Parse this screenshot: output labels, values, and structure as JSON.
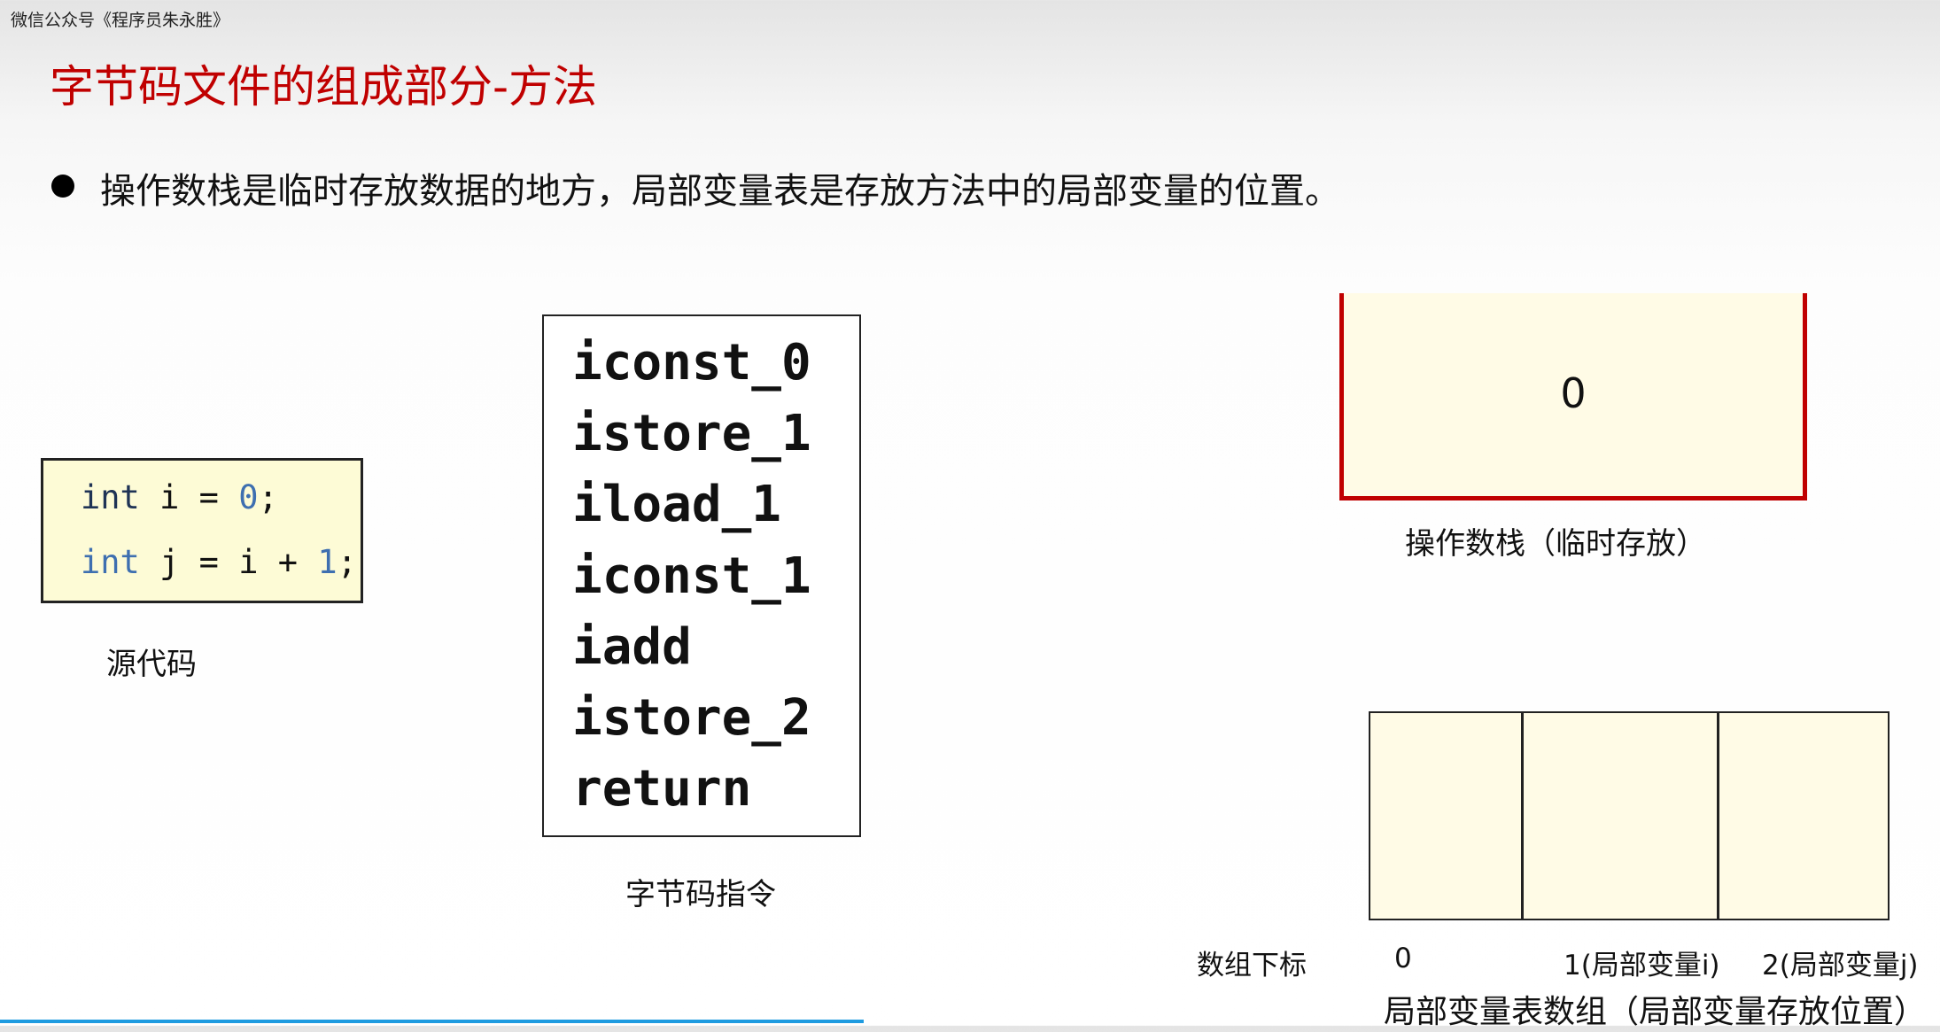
{
  "watermark": "微信公众号《程序员朱永胜》",
  "title": "字节码文件的组成部分-方法",
  "bullet": "操作数栈是临时存放数据的地方，局部变量表是存放方法中的局部变量的位置。",
  "source": {
    "line1": {
      "kw": "int",
      "a": " i = ",
      "num": "0",
      "b": ";"
    },
    "line2": {
      "kw": "int",
      "a": " j = i + ",
      "num": "1",
      "b": ";"
    },
    "label": "源代码"
  },
  "bytecode": {
    "lines": [
      "iconst_0",
      "istore_1",
      "iload_1",
      "iconst_1",
      "iadd",
      "istore_2",
      "return"
    ],
    "label": "字节码指令"
  },
  "stack": {
    "value": "0",
    "label": "操作数栈（临时存放）"
  },
  "local_vars": {
    "index_label": "数组下标",
    "slots": [
      "0",
      "1(局部变量i)",
      "2(局部变量j)"
    ],
    "label": "局部变量表数组（局部变量存放位置）"
  },
  "colors": {
    "title": "#c00000",
    "stack_border": "#c00000",
    "fill": "#fffbe6"
  }
}
